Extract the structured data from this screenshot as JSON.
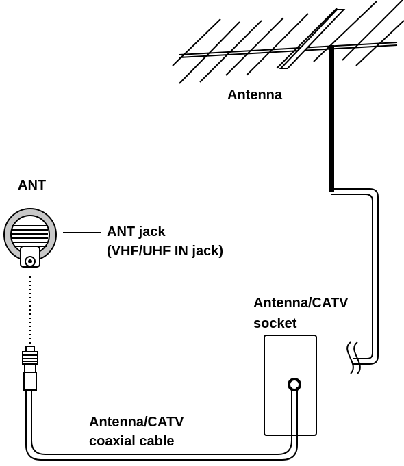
{
  "labels": {
    "antenna": "Antenna",
    "ant": "ANT",
    "ant_jack_line1": "ANT jack",
    "ant_jack_line2": "(VHF/UHF IN jack)",
    "socket_line1": "Antenna/CATV",
    "socket_line2": "socket",
    "cable_line1": "Antenna/CATV",
    "cable_line2": "coaxial cable"
  },
  "colors": {
    "ink": "#000000",
    "jack_fill": "#c8c8c8",
    "background": "#ffffff"
  }
}
